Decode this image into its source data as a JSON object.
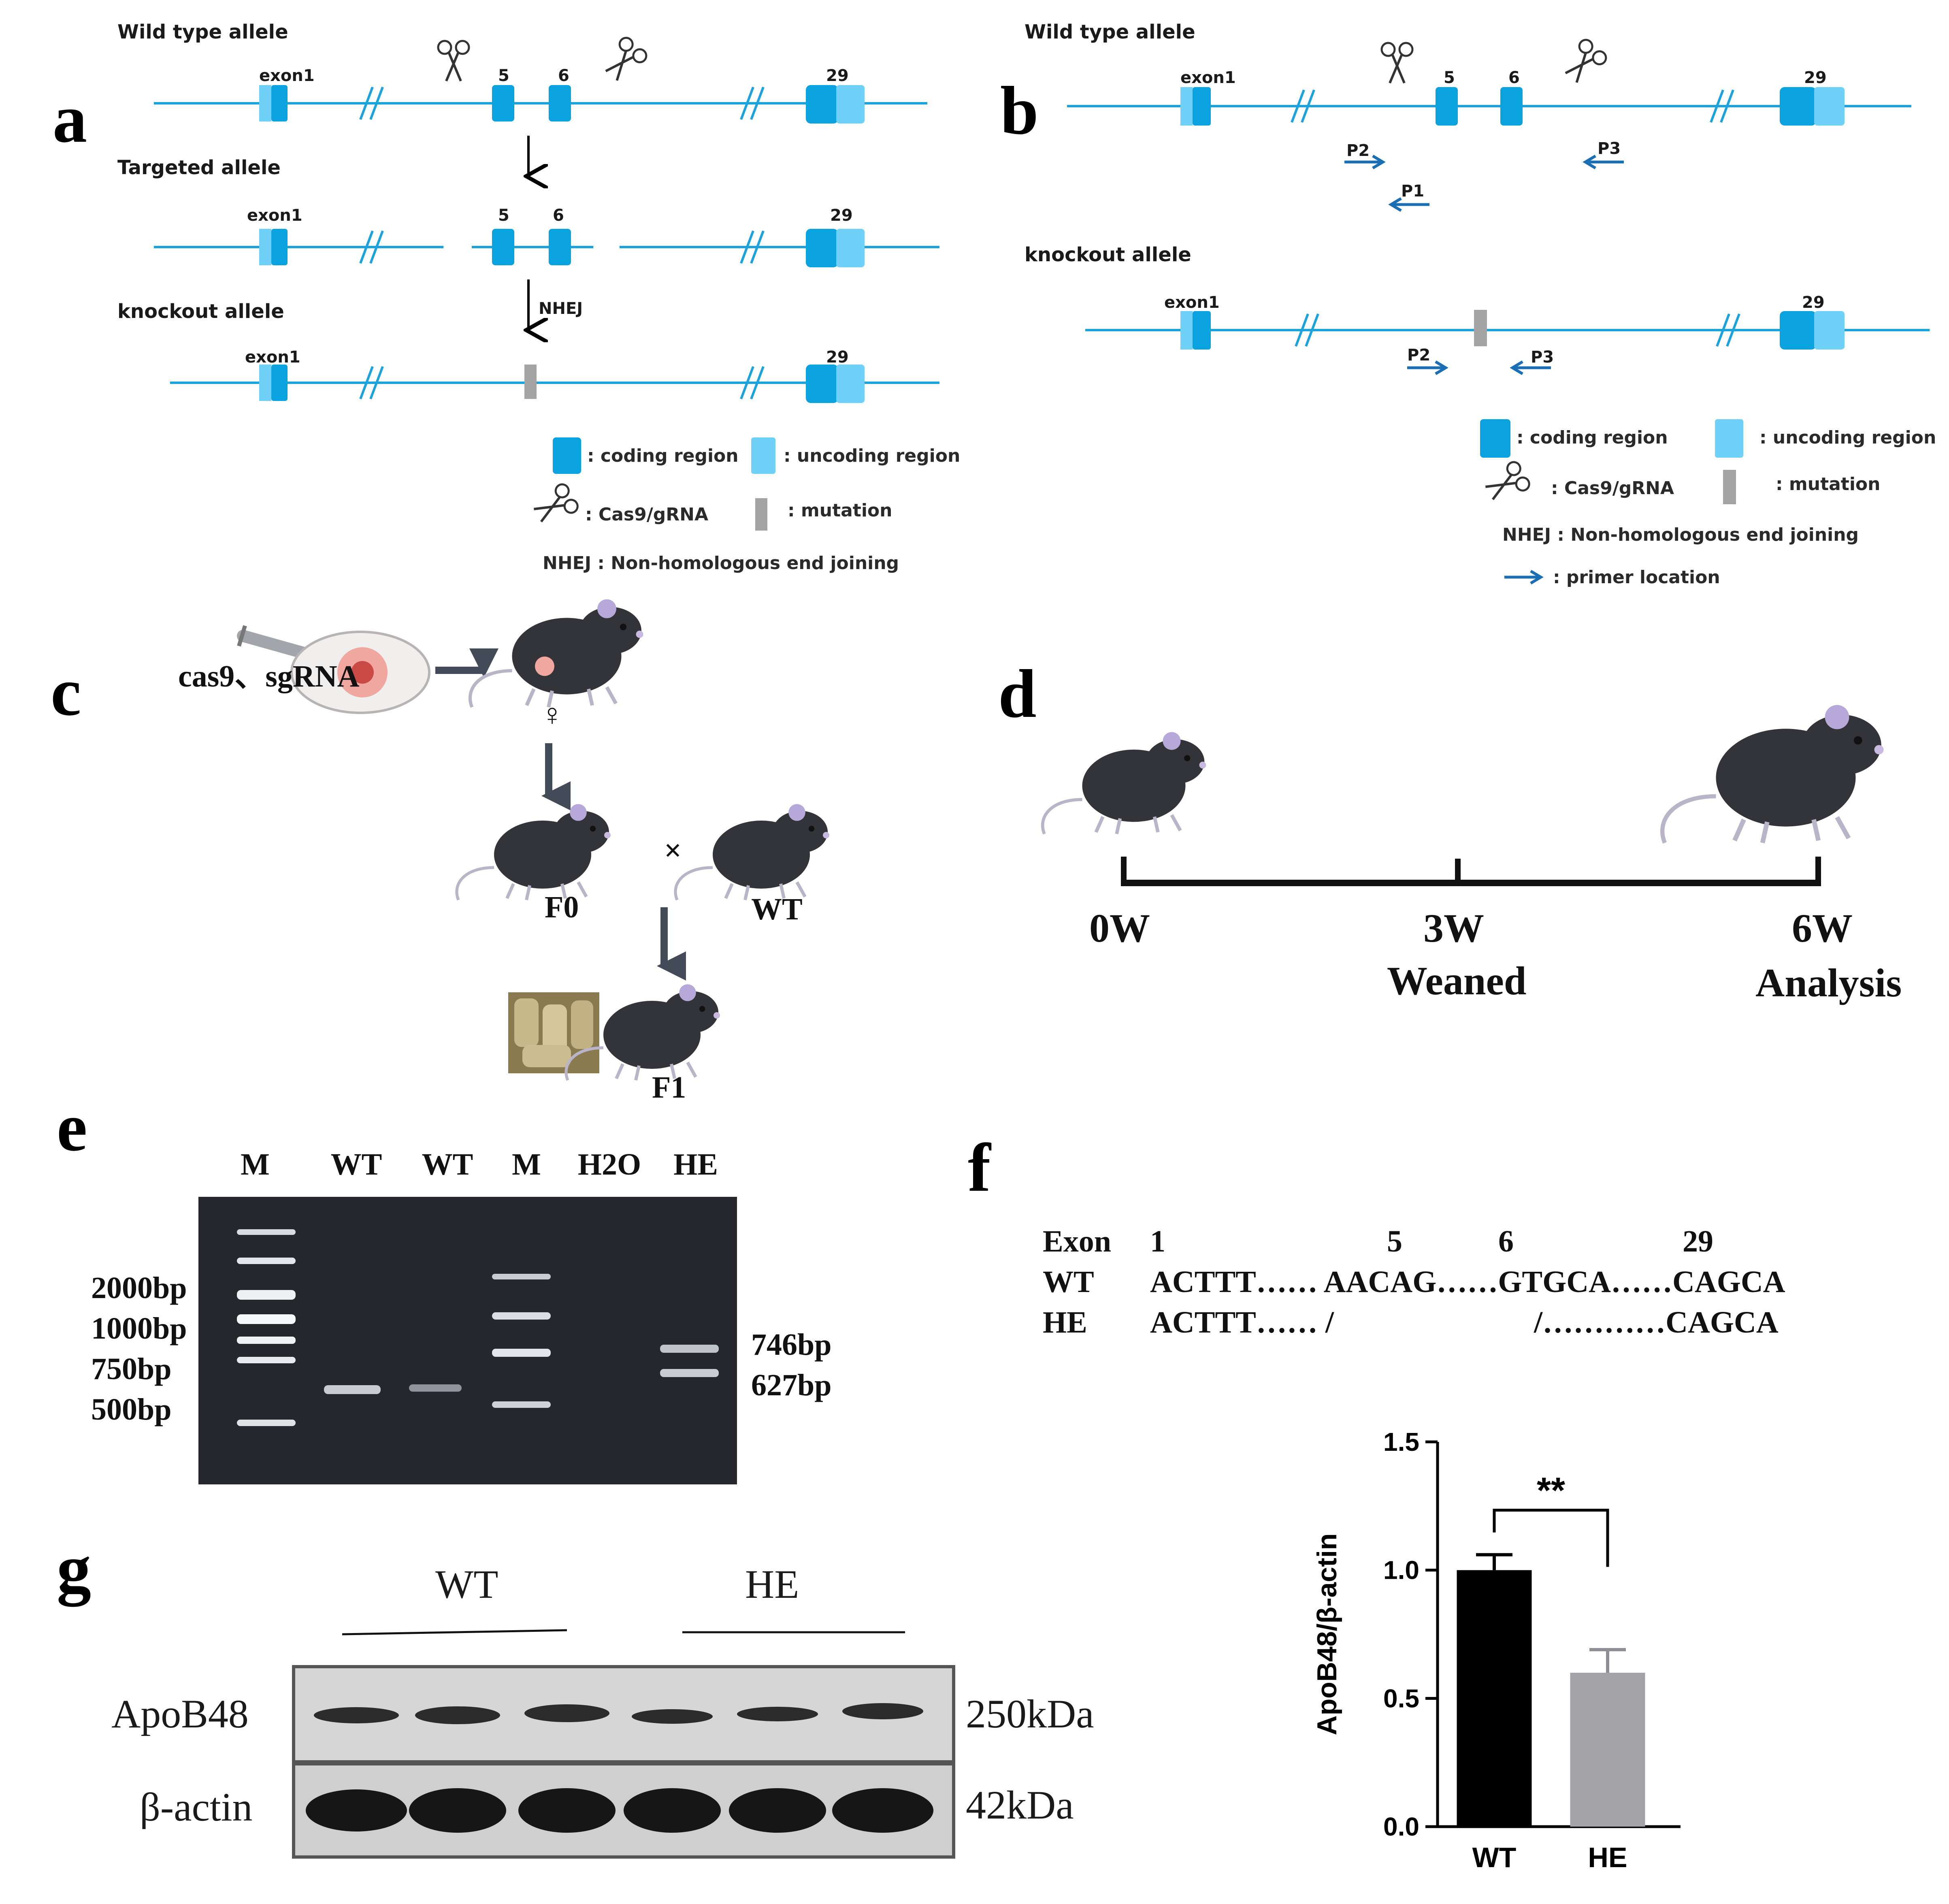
{
  "panel_labels": {
    "a": "a",
    "b": "b",
    "c": "c",
    "d": "d",
    "e": "e",
    "f": "f",
    "g": "g"
  },
  "panel_a": {
    "wild_type": "Wild type allele",
    "targeted": "Targeted allele",
    "knockout": "knockout   allele",
    "exon1": "exon1",
    "exon5": "5",
    "exon6": "6",
    "exon29": "29",
    "nhej": "NHEJ",
    "legend": {
      "coding": ": coding region",
      "uncoding": ": uncoding region",
      "cas9": ": Cas9/gRNA",
      "mutation": ": mutation",
      "nhej_full": "NHEJ : Non-homologous end joining"
    }
  },
  "panel_b": {
    "wild_type": "Wild type allele",
    "knockout": "knockout   allele",
    "exon1": "exon1",
    "exon5": "5",
    "exon6": "6",
    "exon29": "29",
    "p1": "P1",
    "p2": "P2",
    "p3": "P3",
    "legend": {
      "coding": ": coding region",
      "uncoding": ": uncoding region",
      "cas9": ": Cas9/gRNA",
      "mutation": ": mutation",
      "nhej_full": "NHEJ : Non-homologous end joining",
      "primer": ": primer location"
    }
  },
  "panel_c": {
    "injection": "cas9、sgRNA",
    "female": "♀",
    "cross": "×",
    "f0": "F0",
    "wt": "WT",
    "f1": "F1"
  },
  "panel_d": {
    "t0": "0W",
    "t3": "3W",
    "t6": "6W",
    "weaned": "Weaned",
    "analysis": "Analysis"
  },
  "panel_e": {
    "lanes": [
      "M",
      "WT",
      "WT",
      "M",
      "H2O",
      "HE"
    ],
    "ladder": [
      "2000bp",
      "1000bp",
      "750bp",
      "500bp"
    ],
    "sizes": [
      "746bp",
      "627bp"
    ]
  },
  "panel_f": {
    "rows": [
      [
        "Exon",
        "1",
        "5",
        "6",
        "29"
      ],
      [
        "WT",
        "ACTTT…… AACAG……GTGCA……CAGCA"
      ],
      [
        "HE",
        "ACTTT…… /                          /…………CAGCA"
      ]
    ]
  },
  "panel_g": {
    "groups": [
      "WT",
      "HE"
    ],
    "proteins": [
      "ApoB48",
      "β-actin"
    ],
    "weights": [
      "250kDa",
      "42kDa"
    ]
  },
  "chart_data": {
    "type": "bar",
    "categories": [
      "WT",
      "HE"
    ],
    "values": [
      1.0,
      0.6
    ],
    "errors": [
      0.06,
      0.09
    ],
    "ylabel": "ApoB48/β-actin",
    "ylim": [
      0,
      1.5
    ],
    "yticks": [
      "0.0",
      "0.5",
      "1.0",
      "1.5"
    ],
    "significance": "**",
    "colors": [
      "#000000",
      "#a3a3a8"
    ]
  }
}
